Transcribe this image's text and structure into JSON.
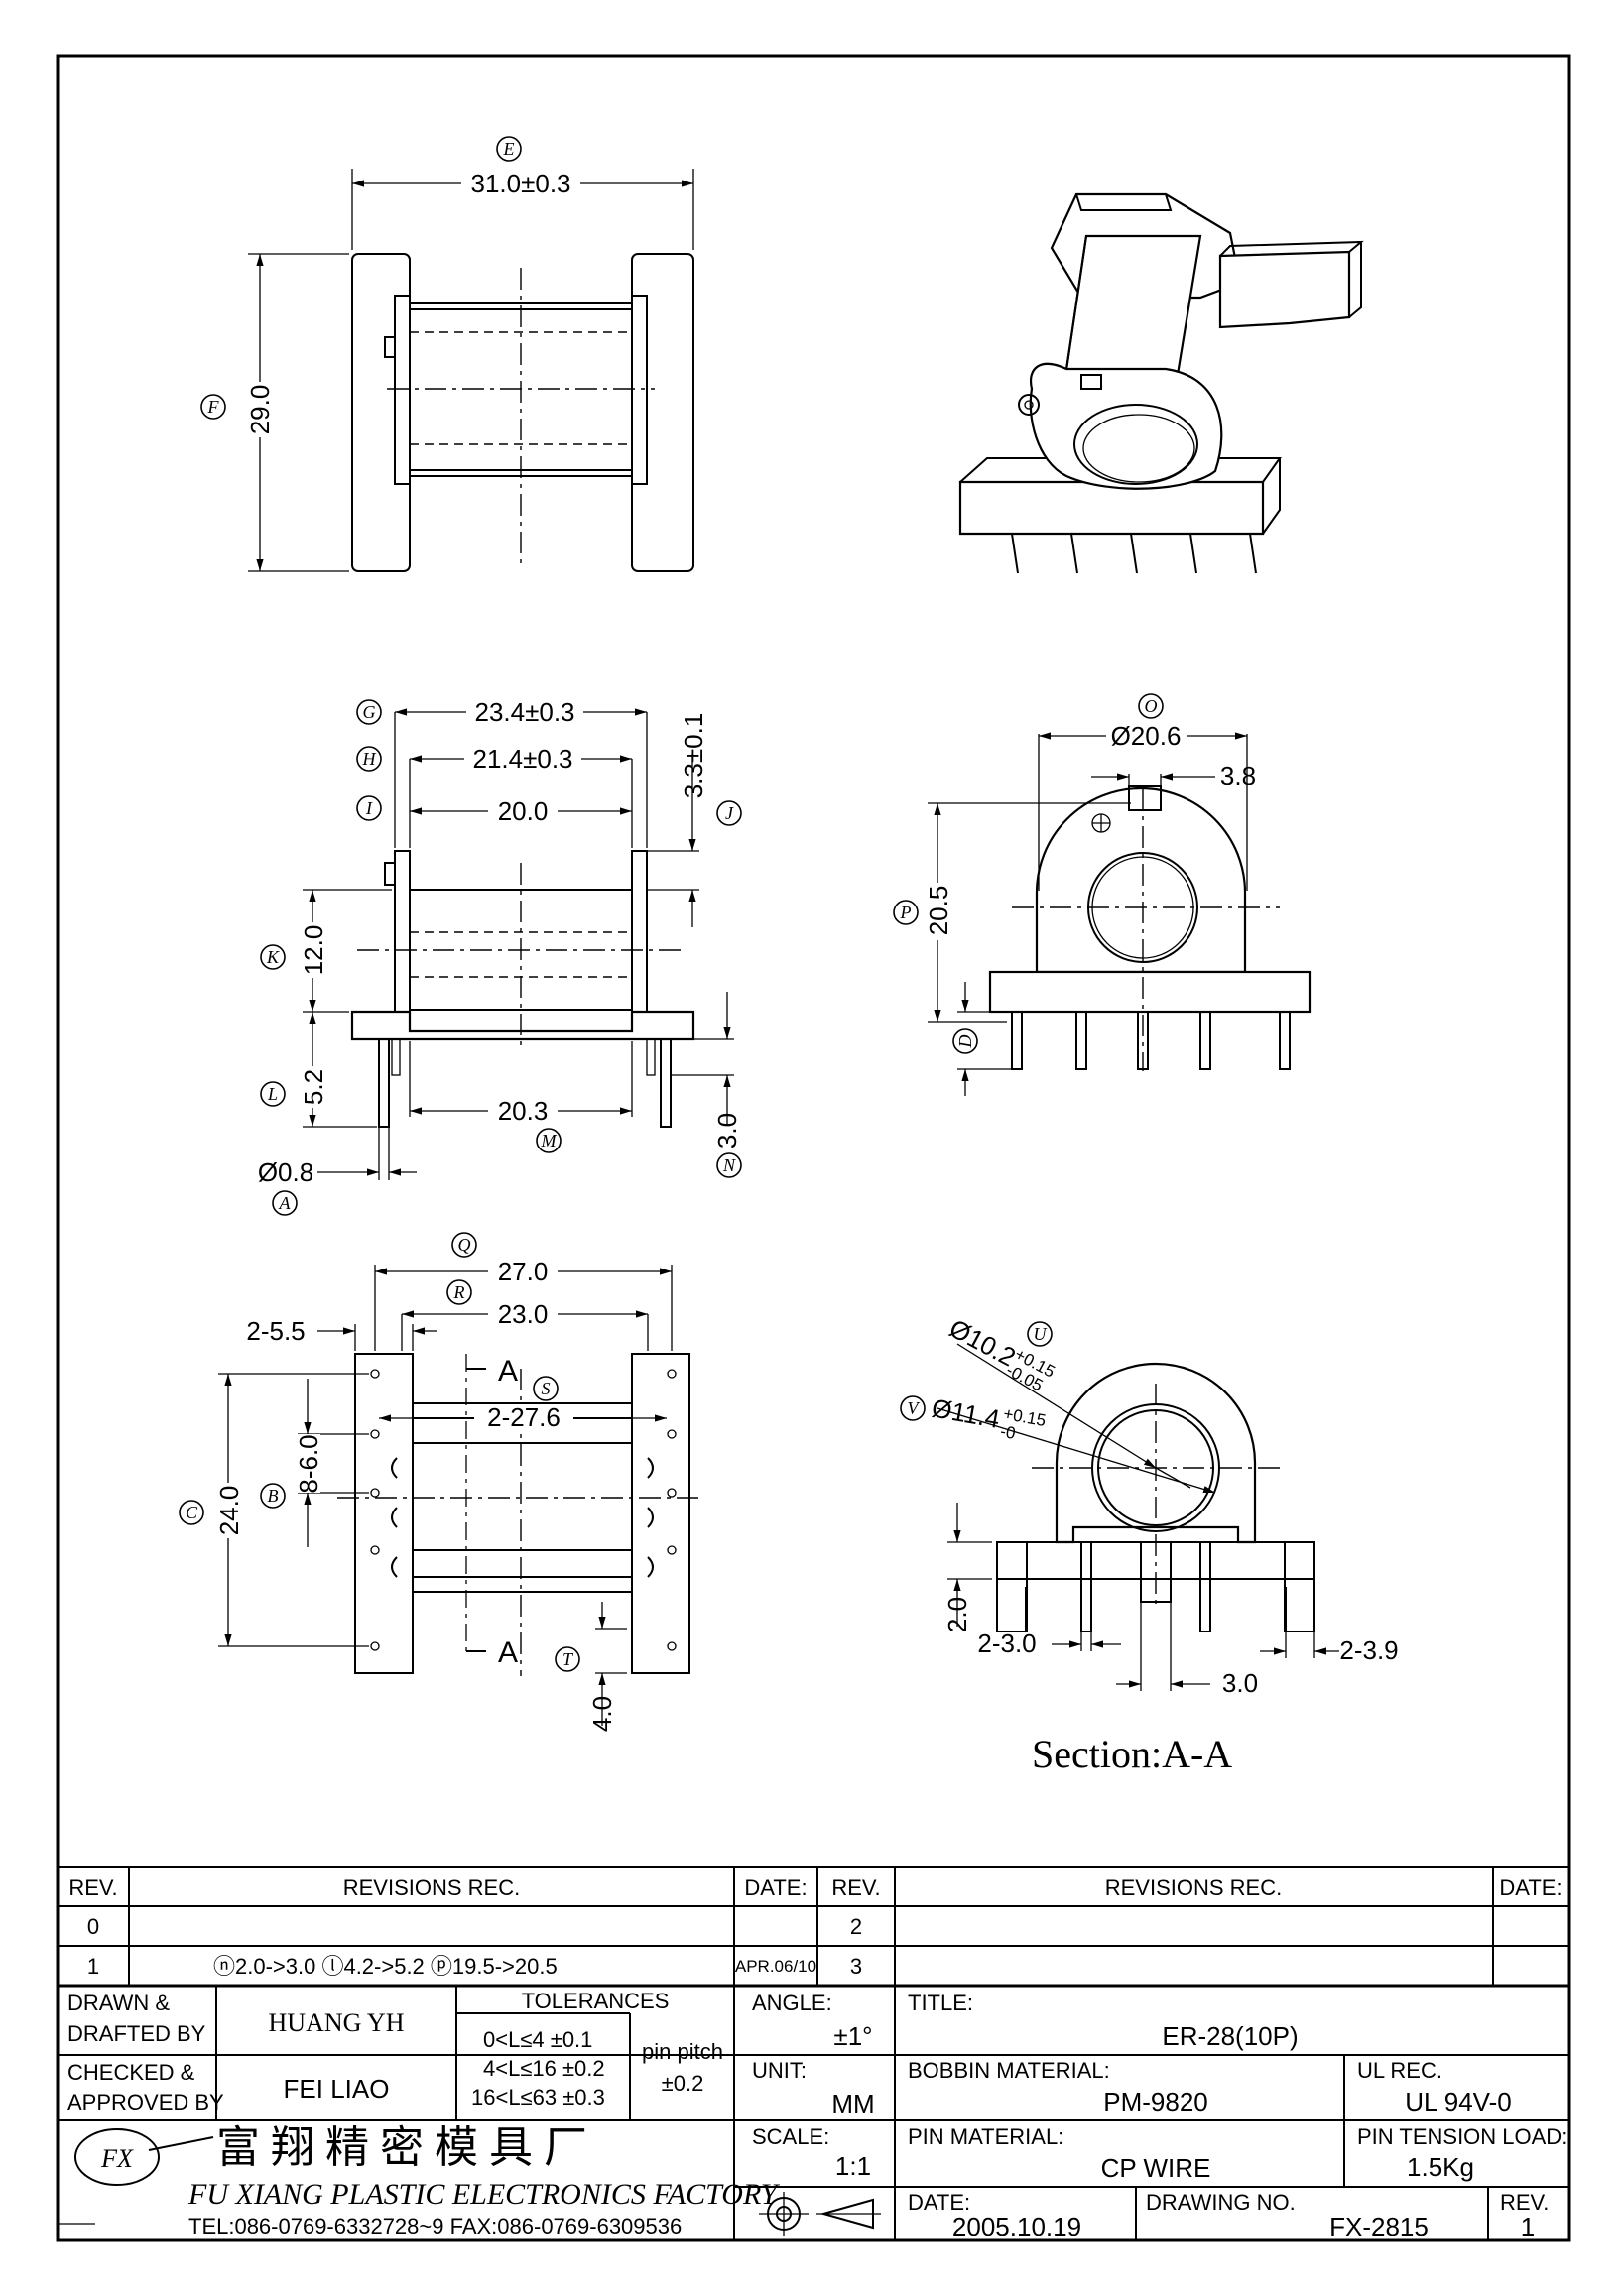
{
  "views": {
    "top": {
      "callouts": {
        "E": "E",
        "F": "F"
      },
      "dims": {
        "width": "31.0±0.3",
        "height": "29.0"
      }
    },
    "front": {
      "callouts": {
        "G": "G",
        "H": "H",
        "I": "I",
        "J": "J",
        "K": "K",
        "L": "L",
        "M": "M",
        "N": "N",
        "A": "A"
      },
      "dims": {
        "d23": "23.4±0.3",
        "d21": "21.4±0.3",
        "d20": "20.0",
        "d33": "3.3±0.1",
        "d12": "12.0",
        "d52": "5.2",
        "d203": "20.3",
        "d30": "3.0",
        "d08": "Ø0.8"
      }
    },
    "side": {
      "callouts": {
        "O": "O",
        "P": "P",
        "D": "D"
      },
      "dims": {
        "d206": "Ø20.6",
        "d38": "3.8",
        "d205": "20.5"
      }
    },
    "bottom": {
      "callouts": {
        "Q": "Q",
        "R": "R",
        "S": "S",
        "C": "C",
        "B": "B",
        "T": "T"
      },
      "dims": {
        "d27": "27.0",
        "d23": "23.0",
        "d255": "2-5.5",
        "d276": "2-27.6",
        "d24": "24.0",
        "d86": "8-6.0",
        "d40": "4.0"
      },
      "section_mark": "A"
    },
    "section": {
      "callouts": {
        "U": "U",
        "V": "V"
      },
      "dims": {
        "d102": "Ø10.2",
        "d102tol_up": "+0.15",
        "d102tol_dn": "-0.05",
        "d114": "Ø11.4",
        "d114tol_up": "+0.15",
        "d114tol_dn": "-0",
        "d20": "2.0",
        "d230": "2-3.0",
        "d239": "2-3.9",
        "d30": "3.0"
      },
      "caption": "Section:A-A"
    }
  },
  "revisions": {
    "header": {
      "rev": "REV.",
      "rec": "REVISIONS   REC.",
      "date": "DATE:"
    },
    "rows_left": [
      {
        "rev": "0",
        "text": "",
        "date": ""
      },
      {
        "rev": "1",
        "text": "ⓝ2.0->3.0 ⓛ4.2->5.2 ⓟ19.5->20.5",
        "date": "APR.06/10"
      }
    ],
    "rows_right": [
      {
        "rev": "2",
        "text": "",
        "date": ""
      },
      {
        "rev": "3",
        "text": "",
        "date": ""
      }
    ]
  },
  "title_block": {
    "drawn_label": "DRAWN  &\nDRAFTED BY",
    "drawn_by": "HUANG YH",
    "checked_label": "CHECKED  &\nAPPROVED BY",
    "checked_by": "FEI LIAO",
    "tolerances_label": "TOLERANCES",
    "tol_rows": [
      "0<L≤4   ±0.1",
      "4<L≤16  ±0.2",
      "16<L≤63  ±0.3"
    ],
    "pin_pitch_label": "pin pitch",
    "pin_pitch_value": "±0.2",
    "angle_label": "ANGLE:",
    "angle_value": "±1°",
    "unit_label": "UNIT:",
    "unit_value": "MM",
    "scale_label": "SCALE:",
    "scale_value": "1:1",
    "title_label": "TITLE:",
    "title_value": "ER-28(10P)",
    "bobbin_label": "BOBBIN MATERIAL:",
    "bobbin_value": "PM-9820",
    "ul_label": "UL REC.",
    "ul_value": "UL 94V-0",
    "pin_mat_label": "PIN MATERIAL:",
    "pin_mat_value": "CP WIRE",
    "pin_tension_label": "PIN TENSION LOAD:",
    "pin_tension_value": "1.5Kg",
    "date_label": "DATE:",
    "date_value": "2005.10.19",
    "drawing_no_label": "DRAWING NO.",
    "drawing_no_value": "FX-2815",
    "rev_label": "REV.",
    "rev_value": "1",
    "company_cn": "富 翔 精 密 模 具 厂",
    "company_en": "FU XIANG PLASTIC ELECTRONICS FACTORY",
    "contact": "TEL:086-0769-6332728~9    FAX:086-0769-6309536",
    "logo_text": "FX"
  }
}
